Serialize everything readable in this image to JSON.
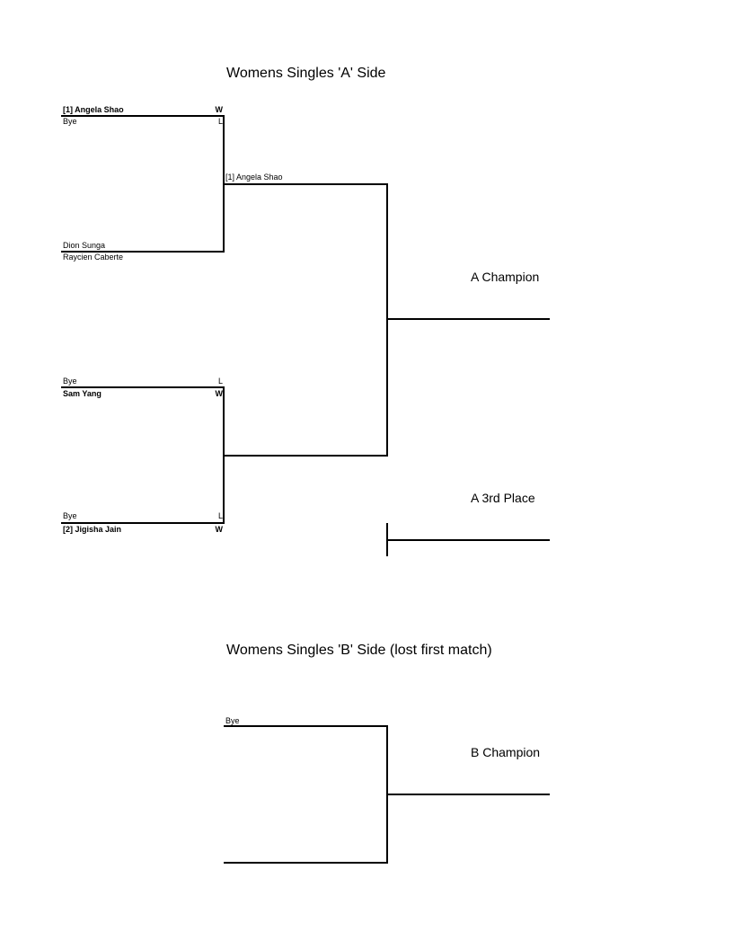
{
  "a_side": {
    "title": "Womens Singles 'A' Side",
    "round1": [
      {
        "top": {
          "name": "[1] Angela Shao",
          "result": "W"
        },
        "bottom": {
          "name": "Bye",
          "result": "L"
        }
      },
      {
        "top": {
          "name": "Dion Sunga",
          "result": ""
        },
        "bottom": {
          "name": "Raycien Caberte",
          "result": ""
        }
      },
      {
        "top": {
          "name": "Bye",
          "result": "L"
        },
        "bottom": {
          "name": "Sam Yang",
          "result": "W"
        }
      },
      {
        "top": {
          "name": "Bye",
          "result": "L"
        },
        "bottom": {
          "name": "[2] Jigisha Jain",
          "result": "W"
        }
      }
    ],
    "round2": [
      {
        "name": "[1] Angela Shao"
      },
      {
        "name": ""
      }
    ],
    "champion_label": "A Champion",
    "third_place_label": "A 3rd Place"
  },
  "b_side": {
    "title": "Womens Singles 'B' Side (lost first match)",
    "round1": [
      {
        "name": "Bye"
      },
      {
        "name": ""
      }
    ],
    "champion_label": "B Champion"
  }
}
